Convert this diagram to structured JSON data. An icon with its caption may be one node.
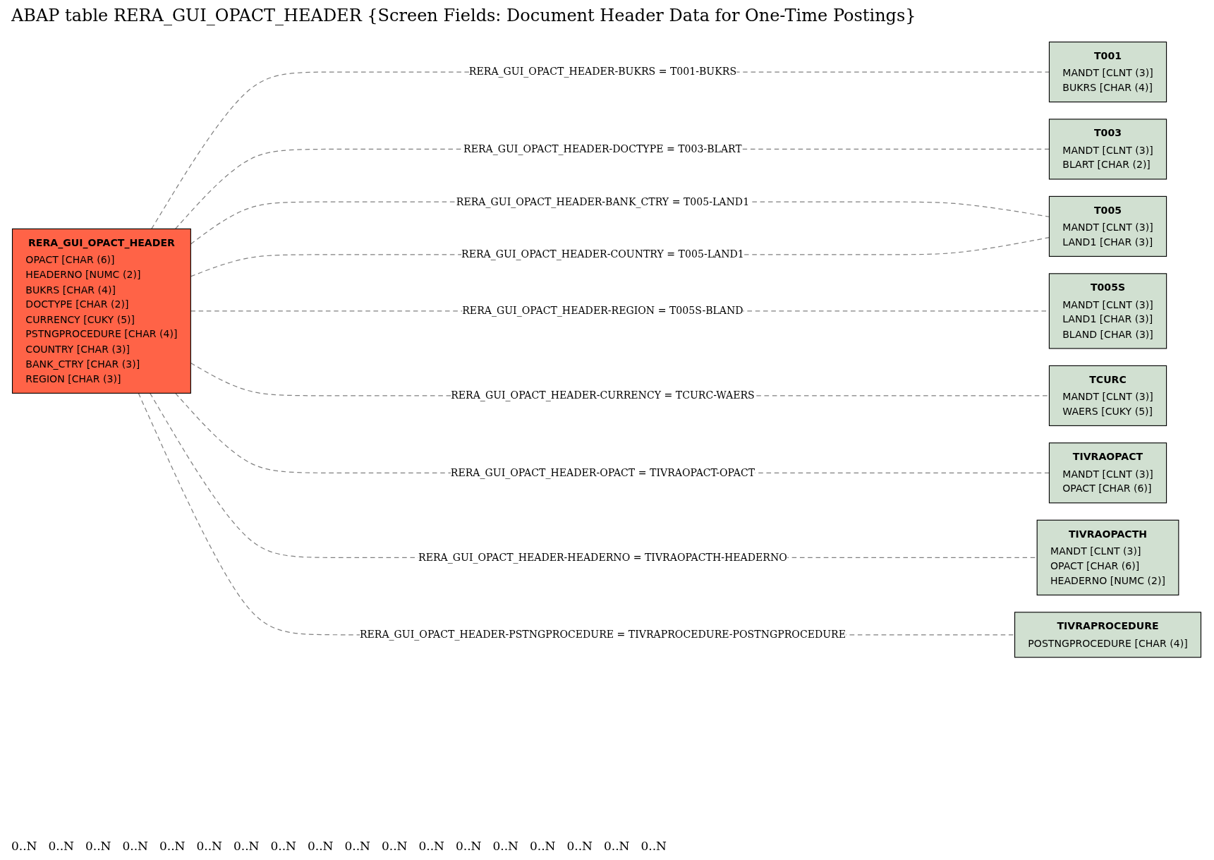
{
  "diagram": {
    "title": "ABAP table RERA_GUI_OPACT_HEADER {Screen Fields: Document Header Data for One-Time Postings}",
    "nodes": [
      {
        "text": [
          "RERA_GUI_OPACT_HEADER",
          "OPACT [CHAR (6)]",
          "HEADERNO [NUMC (2)]",
          "BUKRS [CHAR (4)]",
          "DOCTYPE [CHAR (2)]",
          "CURRENCY [CUKY (5)]",
          "PSTNGPROCEDURE [CHAR (4)]",
          "COUNTRY [CHAR (3)]",
          "BANK_CTRY [CHAR (3)]",
          "REGION [CHAR (3)]"
        ]
      },
      {
        "text": [
          "T001",
          "MANDT [CLNT (3)]",
          "BUKRS [CHAR (4)]"
        ]
      },
      {
        "text": [
          "T003",
          "MANDT [CLNT (3)]",
          "BLART [CHAR (2)]"
        ]
      },
      {
        "text": [
          "T005",
          "MANDT [CLNT (3)]",
          "LAND1 [CHAR (3)]"
        ]
      },
      {
        "text": [
          "T005S",
          "MANDT [CLNT (3)]",
          "LAND1 [CHAR (3)]",
          "BLAND [CHAR (3)]"
        ]
      },
      {
        "text": [
          "TCURC",
          "MANDT [CLNT (3)]",
          "WAERS [CUKY (5)]"
        ]
      },
      {
        "text": [
          "TIVRAOPACT",
          "MANDT [CLNT (3)]",
          "OPACT [CHAR (6)]"
        ]
      },
      {
        "text": [
          "TIVRAOPACTH",
          "MANDT [CLNT (3)]",
          "OPACT [CHAR (6)]",
          "HEADERNO [NUMC (2)]"
        ]
      },
      {
        "text": [
          "TIVRAPROCEDURE",
          "POSTNGPROCEDURE [CHAR (4)]"
        ]
      }
    ],
    "edges": [
      {
        "from": 0,
        "to": 1,
        "arrow": "none",
        "style": "dashed",
        "label": "RERA_GUI_OPACT_HEADER-BUKRS = T001-BUKRS"
      },
      {
        "from": 0,
        "to": 2,
        "arrow": "none",
        "style": "dashed",
        "label": "RERA_GUI_OPACT_HEADER-DOCTYPE = T003-BLART"
      },
      {
        "from": 0,
        "to": 3,
        "arrow": "none",
        "style": "dashed",
        "label": "RERA_GUI_OPACT_HEADER-BANK_CTRY = T005-LAND1"
      },
      {
        "from": 0,
        "to": 3,
        "arrow": "none",
        "style": "dashed",
        "label": "RERA_GUI_OPACT_HEADER-COUNTRY = T005-LAND1"
      },
      {
        "from": 0,
        "to": 4,
        "arrow": "none",
        "style": "dashed",
        "label": "RERA_GUI_OPACT_HEADER-REGION = T005S-BLAND"
      },
      {
        "from": 0,
        "to": 5,
        "arrow": "none",
        "style": "dashed",
        "label": "RERA_GUI_OPACT_HEADER-CURRENCY = TCURC-WAERS"
      },
      {
        "from": 0,
        "to": 6,
        "arrow": "none",
        "style": "dashed",
        "label": "RERA_GUI_OPACT_HEADER-OPACT = TIVRAOPACT-OPACT"
      },
      {
        "from": 0,
        "to": 7,
        "arrow": "none",
        "style": "dashed",
        "label": "RERA_GUI_OPACT_HEADER-HEADERNO = TIVRAOPACTH-HEADERNO"
      },
      {
        "from": 0,
        "to": 8,
        "arrow": "none",
        "style": "dashed",
        "label": "RERA_GUI_OPACT_HEADER-PSTNGPROCEDURE = TIVRAPROCEDURE-POSTNGPROCEDURE"
      }
    ],
    "labels": [
      "0..N",
      "0..N",
      "0..N",
      "0..N",
      "0..N",
      "0..N",
      "0..N",
      "0..N",
      "0..N",
      "0..N",
      "0..N",
      "0..N",
      "0..N",
      "0..N",
      "0..N",
      "0..N",
      "0..N",
      "0..N"
    ]
  }
}
